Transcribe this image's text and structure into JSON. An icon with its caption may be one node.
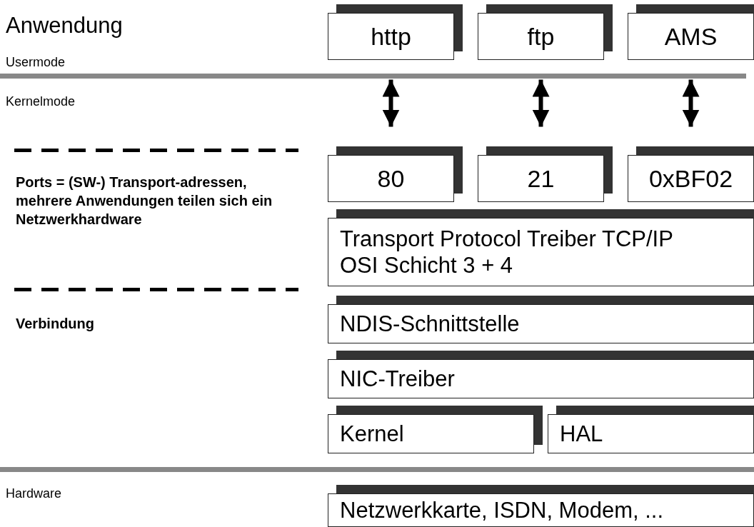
{
  "diagram": {
    "nodes": [
      {
        "text": [
          "http"
        ]
      },
      {
        "text": [
          "ftp"
        ]
      },
      {
        "text": [
          "AMS"
        ]
      },
      {
        "text": [
          "80"
        ]
      },
      {
        "text": [
          "21"
        ]
      },
      {
        "text": [
          "0xBF02"
        ]
      },
      {
        "text": [
          "Transport Protocol Treiber TCP/IP",
          "OSI Schicht 3 + 4"
        ]
      },
      {
        "text": [
          "NDIS-Schnittstelle"
        ]
      },
      {
        "text": [
          "NIC-Treiber"
        ]
      },
      {
        "text": [
          "Kernel"
        ]
      },
      {
        "text": [
          "HAL"
        ]
      },
      {
        "text": [
          "Netzwerkkarte, ISDN, Modem, ..."
        ]
      }
    ],
    "edges": [
      {
        "from": 0,
        "to": 3,
        "arrow": "both"
      },
      {
        "from": 1,
        "to": 4,
        "arrow": "both"
      },
      {
        "from": 2,
        "to": 5,
        "arrow": "both"
      }
    ],
    "labels": [
      "Anwendung",
      "Usermode",
      "Kernelmode",
      "Ports = (SW-) Transport-adressen, mehrere Anwendungen teilen sich ein Netzwerkhardware",
      "Verbindung",
      "Hardware"
    ]
  }
}
